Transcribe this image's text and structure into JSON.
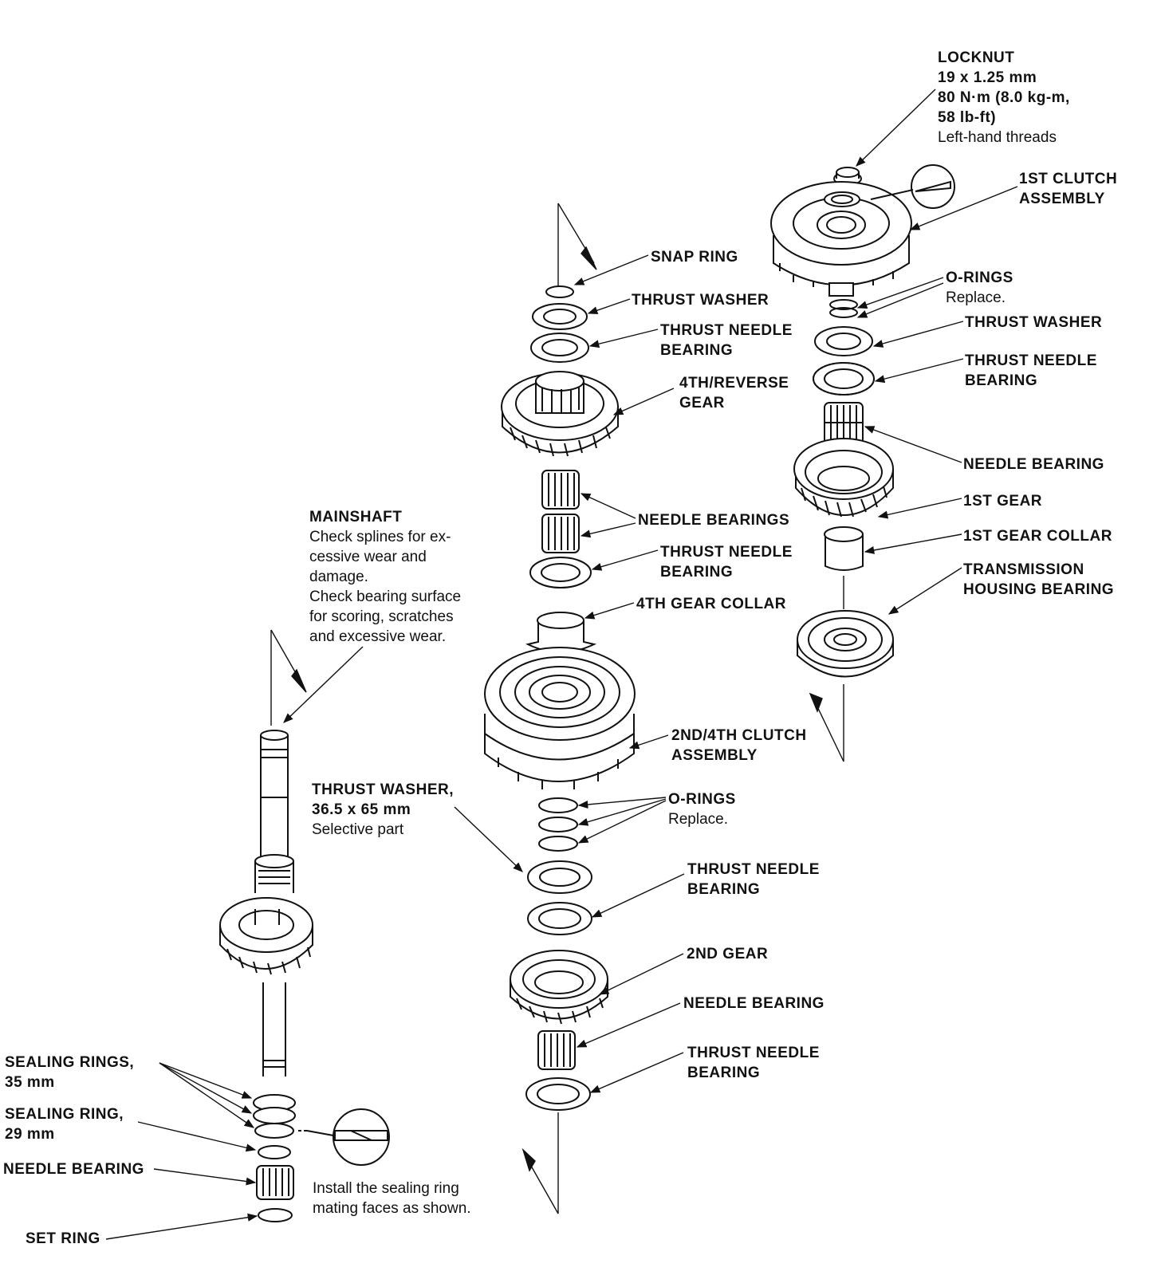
{
  "labels": {
    "locknut": {
      "title": "LOCKNUT",
      "lines": [
        "19 x 1.25 mm",
        "80 N·m (8.0 kg-m,",
        "58 lb-ft)"
      ],
      "note": "Left-hand threads"
    },
    "first_clutch": {
      "title": "1ST CLUTCH",
      "title2": "ASSEMBLY"
    },
    "orings_top": {
      "title": "O-RINGS",
      "note": "Replace."
    },
    "thrust_washer_r": {
      "title": "THRUST WASHER"
    },
    "thrust_needle_r": {
      "title": "THRUST NEEDLE",
      "title2": "BEARING"
    },
    "needle_bearing_r": {
      "title": "NEEDLE BEARING"
    },
    "first_gear": {
      "title": "1ST GEAR"
    },
    "first_gear_collar": {
      "title": "1ST GEAR COLLAR"
    },
    "trans_housing_bearing": {
      "title": "TRANSMISSION",
      "title2": "HOUSING BEARING"
    },
    "snap_ring": {
      "title": "SNAP RING"
    },
    "thrust_washer_m": {
      "title": "THRUST WASHER"
    },
    "thrust_needle_m1": {
      "title": "THRUST NEEDLE",
      "title2": "BEARING"
    },
    "fourth_reverse_gear": {
      "title": "4TH/REVERSE",
      "title2": "GEAR"
    },
    "needle_bearings_m": {
      "title": "NEEDLE BEARINGS"
    },
    "thrust_needle_m2": {
      "title": "THRUST NEEDLE",
      "title2": "BEARING"
    },
    "fourth_gear_collar": {
      "title": "4TH GEAR COLLAR"
    },
    "second_fourth_clutch": {
      "title": "2ND/4TH CLUTCH",
      "title2": "ASSEMBLY"
    },
    "orings_mid": {
      "title": "O-RINGS",
      "note": "Replace."
    },
    "thrust_washer_sel": {
      "title": "THRUST WASHER,",
      "title2": "36.5 x 65 mm",
      "note": "Selective part"
    },
    "thrust_needle_m3": {
      "title": "THRUST NEEDLE",
      "title2": "BEARING"
    },
    "second_gear": {
      "title": "2ND GEAR"
    },
    "needle_bearing_m": {
      "title": "NEEDLE BEARING"
    },
    "thrust_needle_m4": {
      "title": "THRUST NEEDLE",
      "title2": "BEARING"
    },
    "mainshaft": {
      "title": "MAINSHAFT",
      "lines": [
        "Check splines for ex-",
        "cessive wear and",
        "damage.",
        "Check bearing surface",
        "for scoring, scratches",
        "and excessive wear."
      ]
    },
    "sealing_rings_35": {
      "title": "SEALING RINGS,",
      "title2": "35 mm"
    },
    "sealing_ring_29": {
      "title": "SEALING RING,",
      "title2": "29 mm"
    },
    "needle_bearing_l": {
      "title": "NEEDLE BEARING"
    },
    "set_ring": {
      "title": "SET RING"
    },
    "install_note": {
      "lines": [
        "Install the sealing ring",
        "mating faces as shown."
      ]
    }
  }
}
